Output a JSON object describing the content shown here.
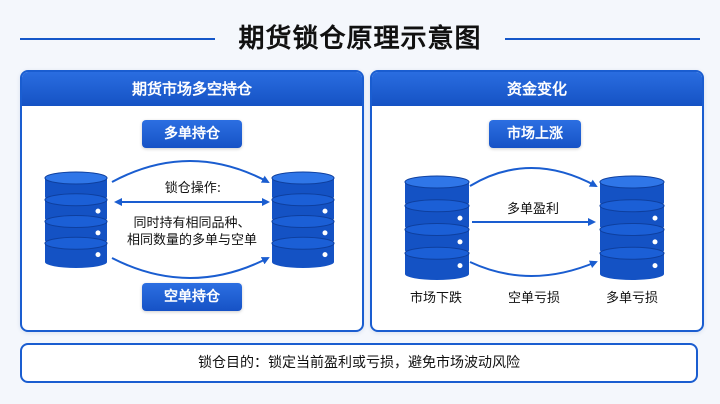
{
  "title": "期货锁仓原理示意图",
  "left_panel": {
    "header": "期货市场多空持仓",
    "top_pill": "多单持仓",
    "bottom_pill": "空单持仓",
    "op_title": "锁仓操作:",
    "op_line1": "同时持有相同品种、",
    "op_line2": "相同数量的多单与空单"
  },
  "right_panel": {
    "header": "资金变化",
    "top_pill": "市场上涨",
    "arrow_label": "多单盈利",
    "label_left": "市场下跌",
    "label_mid": "空单亏损",
    "label_right": "多单亏损"
  },
  "footer": "锁仓目的：锁定当前盈利或亏损，避免市场波动风险",
  "colors": {
    "primary": "#1a5dd0",
    "database": "#1452c4"
  },
  "icons": [
    "database-icon",
    "arrow-icon"
  ]
}
